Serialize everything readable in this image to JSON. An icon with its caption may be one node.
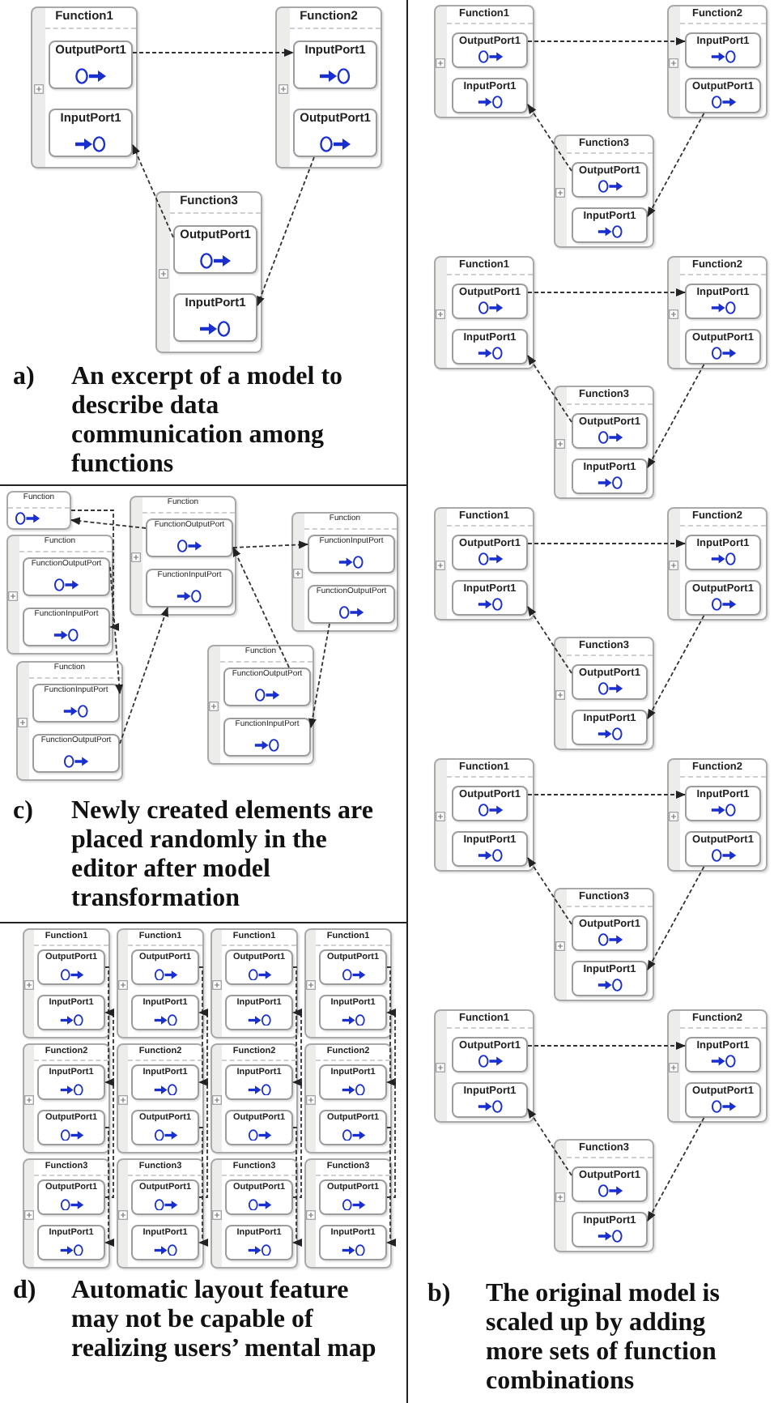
{
  "diagram": {
    "nodes": [
      {
        "text": [
          "a)",
          "An excerpt of a model to describe data communication among functions"
        ]
      },
      {
        "text": [
          "Function1"
        ],
        "in": 0
      },
      {
        "text": [
          "OutputPort1"
        ],
        "in": 1
      },
      {
        "text": [
          "InputPort1"
        ],
        "in": 1
      },
      {
        "text": [
          "Function2"
        ],
        "in": 0
      },
      {
        "text": [
          "InputPort1"
        ],
        "in": 4
      },
      {
        "text": [
          "OutputPort1"
        ],
        "in": 4
      },
      {
        "text": [
          "Function3"
        ],
        "in": 0
      },
      {
        "text": [
          "OutputPort1"
        ],
        "in": 7
      },
      {
        "text": [
          "InputPort1"
        ],
        "in": 7
      },
      {
        "text": [
          "c)",
          "Newly created elements are placed randomly in the editor after model transformation"
        ]
      },
      {
        "text": [
          "Function"
        ],
        "in": 10
      },
      {
        "text": [
          "Function"
        ],
        "in": 10
      },
      {
        "text": [
          "FunctionOutputPort"
        ],
        "in": 12
      },
      {
        "text": [
          "FunctionInputPort"
        ],
        "in": 12
      },
      {
        "text": [
          "Function"
        ],
        "in": 10
      },
      {
        "text": [
          "FunctionOutputPort"
        ],
        "in": 15
      },
      {
        "text": [
          "FunctionInputPort"
        ],
        "in": 15
      },
      {
        "text": [
          "Function"
        ],
        "in": 10
      },
      {
        "text": [
          "FunctionInputPort"
        ],
        "in": 18
      },
      {
        "text": [
          "FunctionOutputPort"
        ],
        "in": 18
      },
      {
        "text": [
          "Function"
        ],
        "in": 10
      },
      {
        "text": [
          "FunctionOutputPort"
        ],
        "in": 21
      },
      {
        "text": [
          "FunctionInputPort"
        ],
        "in": 21
      },
      {
        "text": [
          "Function"
        ],
        "in": 10
      },
      {
        "text": [
          "FunctionInputPort"
        ],
        "in": 24
      },
      {
        "text": [
          "FunctionOutputPort"
        ],
        "in": 24
      },
      {
        "text": [
          "d)",
          "Automatic layout feature may not be capable of realizing users’ mental map"
        ]
      },
      {
        "text": [
          "Function1"
        ],
        "in": 27
      },
      {
        "text": [
          "OutputPort1"
        ],
        "in": 28
      },
      {
        "text": [
          "InputPort1"
        ],
        "in": 28
      },
      {
        "text": [
          "Function2"
        ],
        "in": 27
      },
      {
        "text": [
          "InputPort1"
        ],
        "in": 31
      },
      {
        "text": [
          "OutputPort1"
        ],
        "in": 31
      },
      {
        "text": [
          "Function3"
        ],
        "in": 27
      },
      {
        "text": [
          "OutputPort1"
        ],
        "in": 34
      },
      {
        "text": [
          "InputPort1"
        ],
        "in": 34
      },
      {
        "text": [
          "Function1"
        ],
        "in": 27
      },
      {
        "text": [
          "OutputPort1"
        ],
        "in": 37
      },
      {
        "text": [
          "InputPort1"
        ],
        "in": 37
      },
      {
        "text": [
          "Function2"
        ],
        "in": 27
      },
      {
        "text": [
          "InputPort1"
        ],
        "in": 40
      },
      {
        "text": [
          "OutputPort1"
        ],
        "in": 40
      },
      {
        "text": [
          "Function3"
        ],
        "in": 27
      },
      {
        "text": [
          "OutputPort1"
        ],
        "in": 43
      },
      {
        "text": [
          "InputPort1"
        ],
        "in": 43
      },
      {
        "text": [
          "Function1"
        ],
        "in": 27
      },
      {
        "text": [
          "OutputPort1"
        ],
        "in": 46
      },
      {
        "text": [
          "InputPort1"
        ],
        "in": 46
      },
      {
        "text": [
          "Function2"
        ],
        "in": 27
      },
      {
        "text": [
          "InputPort1"
        ],
        "in": 49
      },
      {
        "text": [
          "OutputPort1"
        ],
        "in": 49
      },
      {
        "text": [
          "Function3"
        ],
        "in": 27
      },
      {
        "text": [
          "OutputPort1"
        ],
        "in": 52
      },
      {
        "text": [
          "InputPort1"
        ],
        "in": 52
      },
      {
        "text": [
          "Function1"
        ],
        "in": 27
      },
      {
        "text": [
          "OutputPort1"
        ],
        "in": 55
      },
      {
        "text": [
          "InputPort1"
        ],
        "in": 55
      },
      {
        "text": [
          "Function2"
        ],
        "in": 27
      },
      {
        "text": [
          "InputPort1"
        ],
        "in": 58
      },
      {
        "text": [
          "OutputPort1"
        ],
        "in": 58
      },
      {
        "text": [
          "Function3"
        ],
        "in": 27
      },
      {
        "text": [
          "OutputPort1"
        ],
        "in": 61
      },
      {
        "text": [
          "InputPort1"
        ],
        "in": 61
      },
      {
        "text": [
          "b)",
          "The original model is scaled up by adding more sets of function combinations"
        ]
      },
      {
        "text": [
          "Function1"
        ],
        "in": 64
      },
      {
        "text": [
          "OutputPort1"
        ],
        "in": 65
      },
      {
        "text": [
          "InputPort1"
        ],
        "in": 65
      },
      {
        "text": [
          "Function2"
        ],
        "in": 64
      },
      {
        "text": [
          "InputPort1"
        ],
        "in": 68
      },
      {
        "text": [
          "OutputPort1"
        ],
        "in": 68
      },
      {
        "text": [
          "Function3"
        ],
        "in": 64
      },
      {
        "text": [
          "OutputPort1"
        ],
        "in": 71
      },
      {
        "text": [
          "InputPort1"
        ],
        "in": 71
      },
      {
        "text": [
          "Function1"
        ],
        "in": 64
      },
      {
        "text": [
          "OutputPort1"
        ],
        "in": 74
      },
      {
        "text": [
          "InputPort1"
        ],
        "in": 74
      },
      {
        "text": [
          "Function2"
        ],
        "in": 64
      },
      {
        "text": [
          "InputPort1"
        ],
        "in": 77
      },
      {
        "text": [
          "OutputPort1"
        ],
        "in": 77
      },
      {
        "text": [
          "Function3"
        ],
        "in": 64
      },
      {
        "text": [
          "OutputPort1"
        ],
        "in": 80
      },
      {
        "text": [
          "InputPort1"
        ],
        "in": 80
      },
      {
        "text": [
          "Function1"
        ],
        "in": 64
      },
      {
        "text": [
          "OutputPort1"
        ],
        "in": 83
      },
      {
        "text": [
          "InputPort1"
        ],
        "in": 83
      },
      {
        "text": [
          "Function2"
        ],
        "in": 64
      },
      {
        "text": [
          "InputPort1"
        ],
        "in": 86
      },
      {
        "text": [
          "OutputPort1"
        ],
        "in": 86
      },
      {
        "text": [
          "Function3"
        ],
        "in": 64
      },
      {
        "text": [
          "OutputPort1"
        ],
        "in": 89
      },
      {
        "text": [
          "InputPort1"
        ],
        "in": 89
      },
      {
        "text": [
          "Function1"
        ],
        "in": 64
      },
      {
        "text": [
          "OutputPort1"
        ],
        "in": 92
      },
      {
        "text": [
          "InputPort1"
        ],
        "in": 92
      },
      {
        "text": [
          "Function2"
        ],
        "in": 64
      },
      {
        "text": [
          "InputPort1"
        ],
        "in": 95
      },
      {
        "text": [
          "OutputPort1"
        ],
        "in": 95
      },
      {
        "text": [
          "Function3"
        ],
        "in": 64
      },
      {
        "text": [
          "OutputPort1"
        ],
        "in": 98
      },
      {
        "text": [
          "InputPort1"
        ],
        "in": 98
      },
      {
        "text": [
          "Function1"
        ],
        "in": 64
      },
      {
        "text": [
          "OutputPort1"
        ],
        "in": 101
      },
      {
        "text": [
          "InputPort1"
        ],
        "in": 101
      },
      {
        "text": [
          "Function2"
        ],
        "in": 64
      },
      {
        "text": [
          "InputPort1"
        ],
        "in": 104
      },
      {
        "text": [
          "OutputPort1"
        ],
        "in": 104
      },
      {
        "text": [
          "Function3"
        ],
        "in": 64
      },
      {
        "text": [
          "OutputPort1"
        ],
        "in": 107
      },
      {
        "text": [
          "InputPort1"
        ],
        "in": 107
      }
    ],
    "edges": [
      {
        "from": 2,
        "to": 5,
        "arrow": "to",
        "style": "dashed"
      },
      {
        "from": 8,
        "to": 3,
        "arrow": "to",
        "style": "dashed"
      },
      {
        "from": 6,
        "to": 9,
        "arrow": "to",
        "style": "dashed"
      },
      {
        "from": 16,
        "to": 19,
        "arrow": "to",
        "style": "dashed"
      },
      {
        "from": 22,
        "to": 16,
        "arrow": "to",
        "style": "dashed"
      },
      {
        "from": 20,
        "to": 23,
        "arrow": "to",
        "style": "dashed"
      },
      {
        "from": 26,
        "to": 17,
        "arrow": "to",
        "style": "dashed"
      },
      {
        "from": 16,
        "to": 11,
        "arrow": "to",
        "style": "dashed"
      },
      {
        "from": 11,
        "to": 14,
        "arrow": "to",
        "style": "dashed"
      },
      {
        "from": 13,
        "to": 25,
        "arrow": "to",
        "style": "dashed"
      },
      {
        "from": 29,
        "to": 32,
        "arrow": "to",
        "style": "dashed"
      },
      {
        "from": 35,
        "to": 30,
        "arrow": "to",
        "style": "dashed"
      },
      {
        "from": 33,
        "to": 36,
        "arrow": "to",
        "style": "dashed"
      },
      {
        "from": 38,
        "to": 41,
        "arrow": "to",
        "style": "dashed"
      },
      {
        "from": 44,
        "to": 39,
        "arrow": "to",
        "style": "dashed"
      },
      {
        "from": 42,
        "to": 45,
        "arrow": "to",
        "style": "dashed"
      },
      {
        "from": 47,
        "to": 50,
        "arrow": "to",
        "style": "dashed"
      },
      {
        "from": 53,
        "to": 48,
        "arrow": "to",
        "style": "dashed"
      },
      {
        "from": 51,
        "to": 54,
        "arrow": "to",
        "style": "dashed"
      },
      {
        "from": 56,
        "to": 59,
        "arrow": "to",
        "style": "dashed"
      },
      {
        "from": 62,
        "to": 57,
        "arrow": "to",
        "style": "dashed"
      },
      {
        "from": 60,
        "to": 63,
        "arrow": "to",
        "style": "dashed"
      },
      {
        "from": 66,
        "to": 69,
        "arrow": "to",
        "style": "dashed"
      },
      {
        "from": 72,
        "to": 67,
        "arrow": "to",
        "style": "dashed"
      },
      {
        "from": 70,
        "to": 73,
        "arrow": "to",
        "style": "dashed"
      },
      {
        "from": 75,
        "to": 78,
        "arrow": "to",
        "style": "dashed"
      },
      {
        "from": 81,
        "to": 76,
        "arrow": "to",
        "style": "dashed"
      },
      {
        "from": 79,
        "to": 82,
        "arrow": "to",
        "style": "dashed"
      },
      {
        "from": 84,
        "to": 87,
        "arrow": "to",
        "style": "dashed"
      },
      {
        "from": 90,
        "to": 85,
        "arrow": "to",
        "style": "dashed"
      },
      {
        "from": 88,
        "to": 91,
        "arrow": "to",
        "style": "dashed"
      },
      {
        "from": 93,
        "to": 96,
        "arrow": "to",
        "style": "dashed"
      },
      {
        "from": 99,
        "to": 94,
        "arrow": "to",
        "style": "dashed"
      },
      {
        "from": 97,
        "to": 100,
        "arrow": "to",
        "style": "dashed"
      },
      {
        "from": 102,
        "to": 105,
        "arrow": "to",
        "style": "dashed"
      },
      {
        "from": 108,
        "to": 103,
        "arrow": "to",
        "style": "dashed"
      },
      {
        "from": 106,
        "to": 109,
        "arrow": "to",
        "style": "dashed"
      }
    ]
  }
}
